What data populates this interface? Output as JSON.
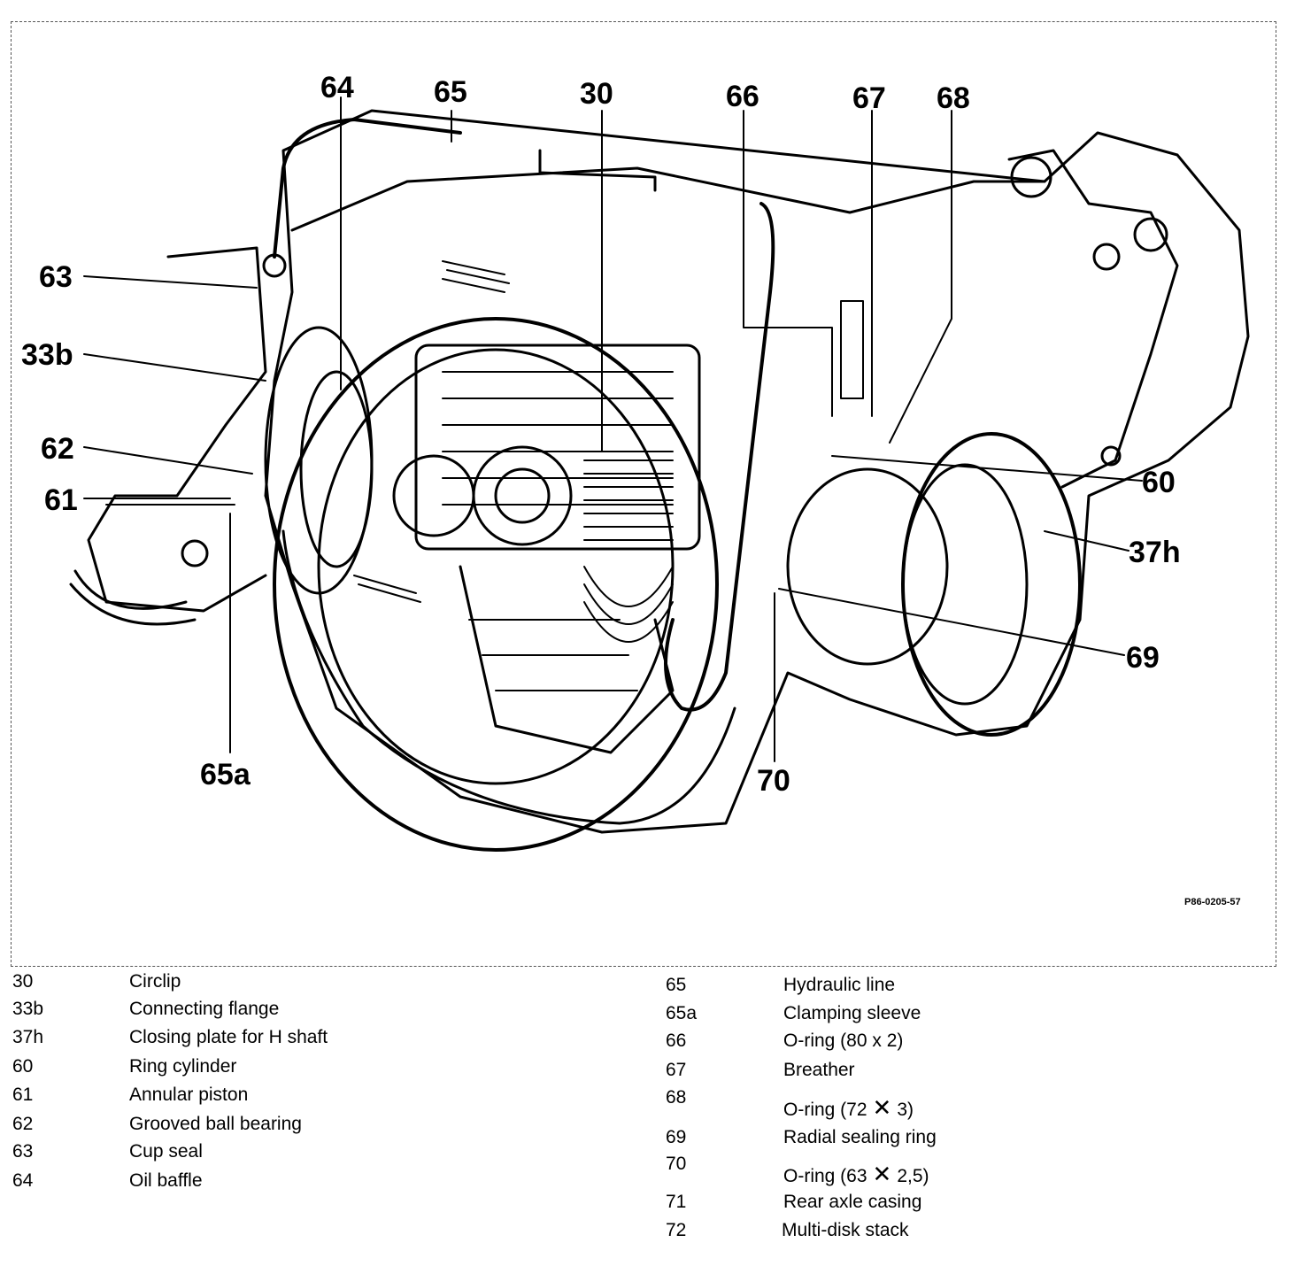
{
  "callouts": {
    "c64": "64",
    "c65": "65",
    "c30": "30",
    "c66": "66",
    "c67": "67",
    "c68": "68",
    "c63": "63",
    "c33b": "33b",
    "c62": "62",
    "c61": "61",
    "c60": "60",
    "c37h": "37h",
    "c69": "69",
    "c65a": "65a",
    "c70": "70"
  },
  "figure_code": "P86-0205-57",
  "legend": {
    "left": [
      {
        "num": "30",
        "desc": "Circlip"
      },
      {
        "num": "33b",
        "desc": "Connecting flange"
      },
      {
        "num": "37h",
        "desc": "Closing plate for H shaft"
      },
      {
        "num": "60",
        "desc": "Ring cylinder"
      },
      {
        "num": "61",
        "desc": "Annular piston"
      },
      {
        "num": "62",
        "desc": "Grooved ball bearing"
      },
      {
        "num": "63",
        "desc": "Cup seal"
      },
      {
        "num": "64",
        "desc": "Oil baffle"
      }
    ],
    "right": [
      {
        "num": "65",
        "desc": "Hydraulic line"
      },
      {
        "num": "65a",
        "desc": "Clamping sleeve"
      },
      {
        "num": "66",
        "desc": "O-ring (80 x 2)"
      },
      {
        "num": "67",
        "desc": "Breather"
      },
      {
        "num": "68",
        "desc_a": "O-ring (72",
        "times": "✕",
        "desc_b": "3)"
      },
      {
        "num": "69",
        "desc": "Radial sealing ring"
      },
      {
        "num": "70",
        "desc_a": "O-ring (63",
        "times": "✕",
        "desc_b": "2,5)"
      },
      {
        "num": "71",
        "desc": "Rear axle casing"
      },
      {
        "num": "72",
        "desc": "Multi-disk stack"
      }
    ]
  }
}
